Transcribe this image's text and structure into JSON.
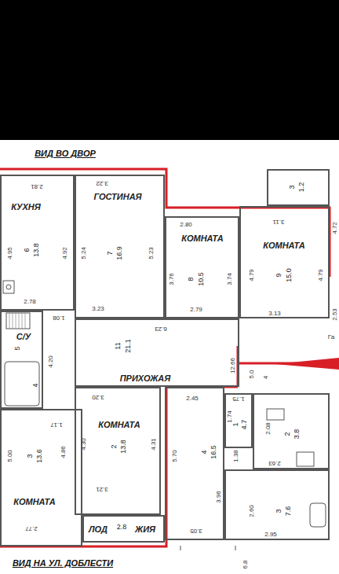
{
  "diagram": {
    "nodes": [
      {
        "text": [
          "КУХНЯ",
          "6",
          "13.8"
        ]
      },
      {
        "text": [
          "ГОСТИНАЯ",
          "7",
          "16.9"
        ]
      },
      {
        "text": [
          "КОМНАТА",
          "8",
          "10.5"
        ]
      },
      {
        "text": [
          "КОМНАТА",
          "9",
          "15.0"
        ]
      },
      {
        "text": [
          "С/У",
          "5",
          "4"
        ]
      },
      {
        "text": [
          "ПРИХОЖАЯ",
          "11",
          "21.1"
        ]
      },
      {
        "text": [
          "КОМНАТА",
          "2",
          "13.8"
        ]
      },
      {
        "text": [
          "КОМНАТА",
          "3",
          "13.6"
        ]
      },
      {
        "text": [
          "ЛОД",
          "2.8",
          "ЖИЯ"
        ]
      },
      {
        "text": [
          "4",
          "16.5"
        ]
      },
      {
        "text": [
          "1",
          "4.7"
        ]
      },
      {
        "text": [
          "2",
          "3.8"
        ]
      },
      {
        "text": [
          "3",
          "7.6"
        ]
      },
      {
        "text": [
          "3",
          "1.2"
        ]
      }
    ],
    "labels": [
      "ВИД ВО ДВОР",
      "2.81",
      "4.95",
      "4.92",
      "2.78",
      "3.22",
      "5.24",
      "5.23",
      "3.23",
      "2.80",
      "3.76",
      "3.74",
      "2.79",
      "3.11",
      "4.79",
      "4.79",
      "3.13",
      "4.72",
      "2.53",
      "1.08",
      "4.20",
      "1.17",
      "6.23",
      "12.66",
      "5.0",
      "4",
      "Га",
      "3.20",
      "4.30",
      "4.31",
      "3.21",
      "5.00",
      "4.86",
      "2.77",
      "2.45",
      "5.70",
      "3.96",
      "3.05",
      "1.75",
      "1.74",
      "1.38",
      "2.08",
      "2.63",
      "2.60",
      "2.95",
      "6.8",
      "ВИД НА УЛ. ДОБЛЕСТИ"
    ]
  }
}
